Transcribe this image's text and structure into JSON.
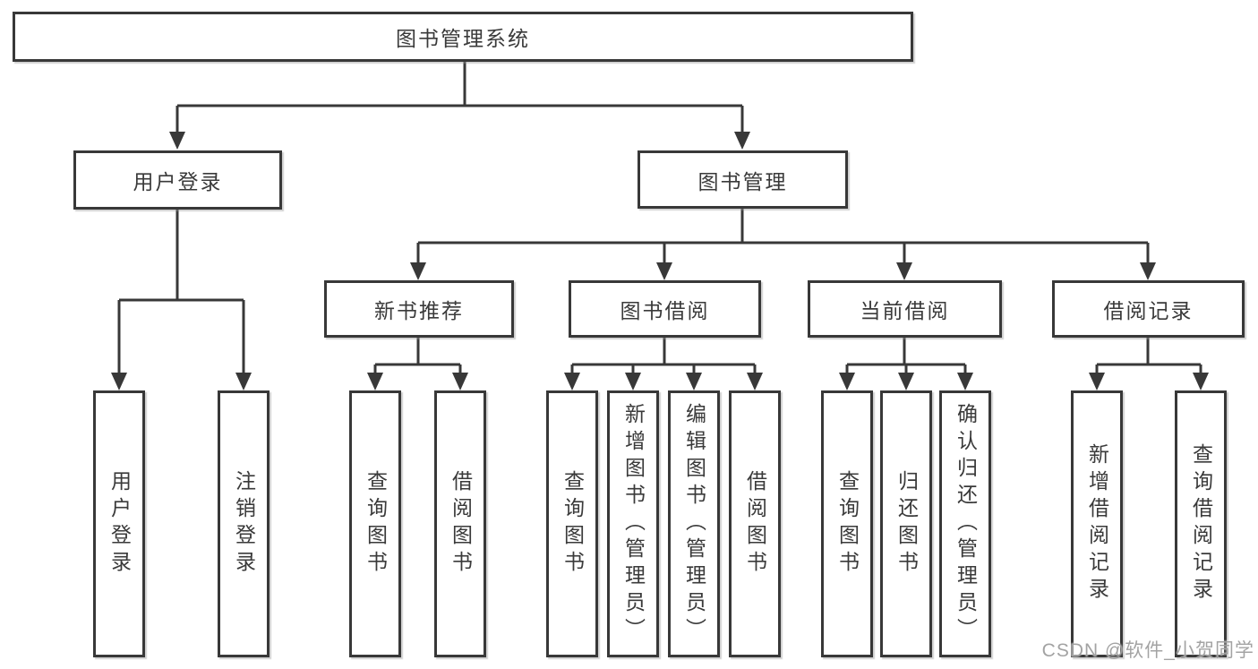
{
  "diagram": {
    "type": "hierarchy-tree",
    "title": "图书管理系统",
    "colors": {
      "line": "#383838",
      "border": "#383838",
      "text": "#3a3a3a",
      "background": "#ffffff",
      "watermark": "#9e9e9e"
    },
    "nodes": {
      "root": {
        "label": "图书管理系统"
      },
      "level2": [
        {
          "label": "用户登录"
        },
        {
          "label": "图书管理"
        }
      ],
      "level3": [
        {
          "label": "新书推荐",
          "parent": "图书管理"
        },
        {
          "label": "图书借阅",
          "parent": "图书管理"
        },
        {
          "label": "当前借阅",
          "parent": "图书管理"
        },
        {
          "label": "借阅记录",
          "parent": "图书管理"
        }
      ],
      "leaves": [
        {
          "label": "用户登录",
          "parent": "用户登录"
        },
        {
          "label": "注销登录",
          "parent": "用户登录"
        },
        {
          "label": "查询图书",
          "parent": "新书推荐"
        },
        {
          "label": "借阅图书",
          "parent": "新书推荐"
        },
        {
          "label": "查询图书",
          "parent": "图书借阅"
        },
        {
          "label": "新增图书（管理员）",
          "parent": "图书借阅"
        },
        {
          "label": "编辑图书（管理员）",
          "parent": "图书借阅"
        },
        {
          "label": "借阅图书",
          "parent": "图书借阅"
        },
        {
          "label": "查询图书",
          "parent": "当前借阅"
        },
        {
          "label": "归还图书",
          "parent": "当前借阅"
        },
        {
          "label": "确认归还（管理员）",
          "parent": "当前借阅"
        },
        {
          "label": "新增借阅记录",
          "parent": "借阅记录"
        },
        {
          "label": "查询借阅记录",
          "parent": "借阅记录"
        }
      ]
    },
    "watermark": "CSDN @软件_小贺同学"
  }
}
